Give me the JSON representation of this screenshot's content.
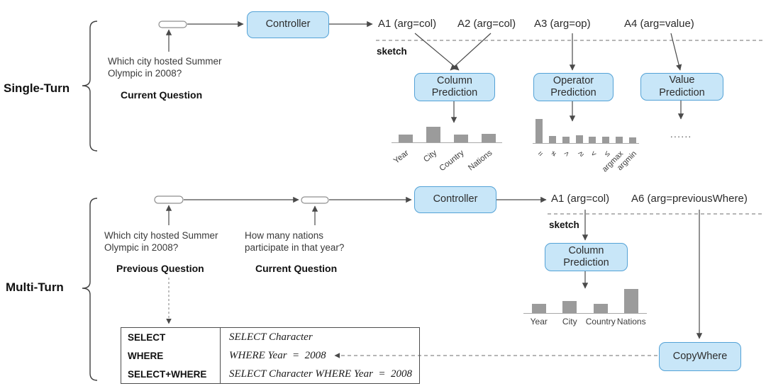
{
  "palette": {
    "box-fill": "#C8E6F8",
    "box-border": "#54A2D6",
    "bar": "#9B9B9B",
    "line": "#4a4a4a"
  },
  "single_turn": {
    "section_label": "Single-Turn",
    "current_question": "Which city hosted Summer\nOlympic in 2008?",
    "current_question_label": "Current Question",
    "controller_label": "Controller",
    "actions": [
      "A1 (arg=col)",
      "A2 (arg=col)",
      "A3 (arg=op)",
      "A4 (arg=value)"
    ],
    "sketch_label": "sketch",
    "column_module": "Column Prediction",
    "operator_module": "Operator Prediction",
    "value_module": "Value Prediction",
    "value_placeholder": "......"
  },
  "multi_turn": {
    "section_label": "Multi-Turn",
    "previous_question": "Which city hosted Summer\nOlympic in 2008?",
    "previous_question_label": "Previous Question",
    "current_question": "How many nations\nparticipate in that year?",
    "current_question_label": "Current Question",
    "controller_label": "Controller",
    "actions": [
      "A1 (arg=col)",
      "A6 (arg=previousWhere)"
    ],
    "sketch_label": "sketch",
    "column_module": "Column Prediction",
    "copy_module": "CopyWhere"
  },
  "sql_table": {
    "rows": [
      {
        "key": "SELECT",
        "value": "SELECT Character"
      },
      {
        "key": "WHERE",
        "value": "WHERE Year  =  2008"
      },
      {
        "key": "SELECT+WHERE",
        "value": "SELECT Character WHERE Year  =  2008"
      }
    ]
  },
  "chart_data": [
    {
      "type": "bar",
      "name": "single_turn_column_probabilities",
      "categories": [
        "Year",
        "City",
        "Country",
        "Nations"
      ],
      "values": [
        0.5,
        1.0,
        0.5,
        0.55
      ],
      "title": "",
      "xlabel": "",
      "ylabel": "",
      "ylim": [
        0,
        1
      ],
      "grid": false,
      "legend": "none",
      "tick_rotation": 38
    },
    {
      "type": "bar",
      "name": "single_turn_operator_probabilities",
      "categories": [
        "=",
        "≠",
        ">",
        "≥",
        "<",
        "≤",
        "argmax",
        "argmin"
      ],
      "values": [
        1.0,
        0.29,
        0.26,
        0.32,
        0.26,
        0.26,
        0.26,
        0.24
      ],
      "title": "",
      "xlabel": "",
      "ylabel": "",
      "ylim": [
        0,
        1
      ],
      "grid": false,
      "legend": "none",
      "tick_rotation": 45
    },
    {
      "type": "bar",
      "name": "multi_turn_column_probabilities",
      "categories": [
        "Year",
        "City",
        "Country",
        "Nations"
      ],
      "values": [
        0.38,
        0.5,
        0.38,
        1.0
      ],
      "title": "",
      "xlabel": "",
      "ylabel": "",
      "ylim": [
        0,
        1
      ],
      "grid": false,
      "legend": "none",
      "tick_rotation": 0
    }
  ]
}
